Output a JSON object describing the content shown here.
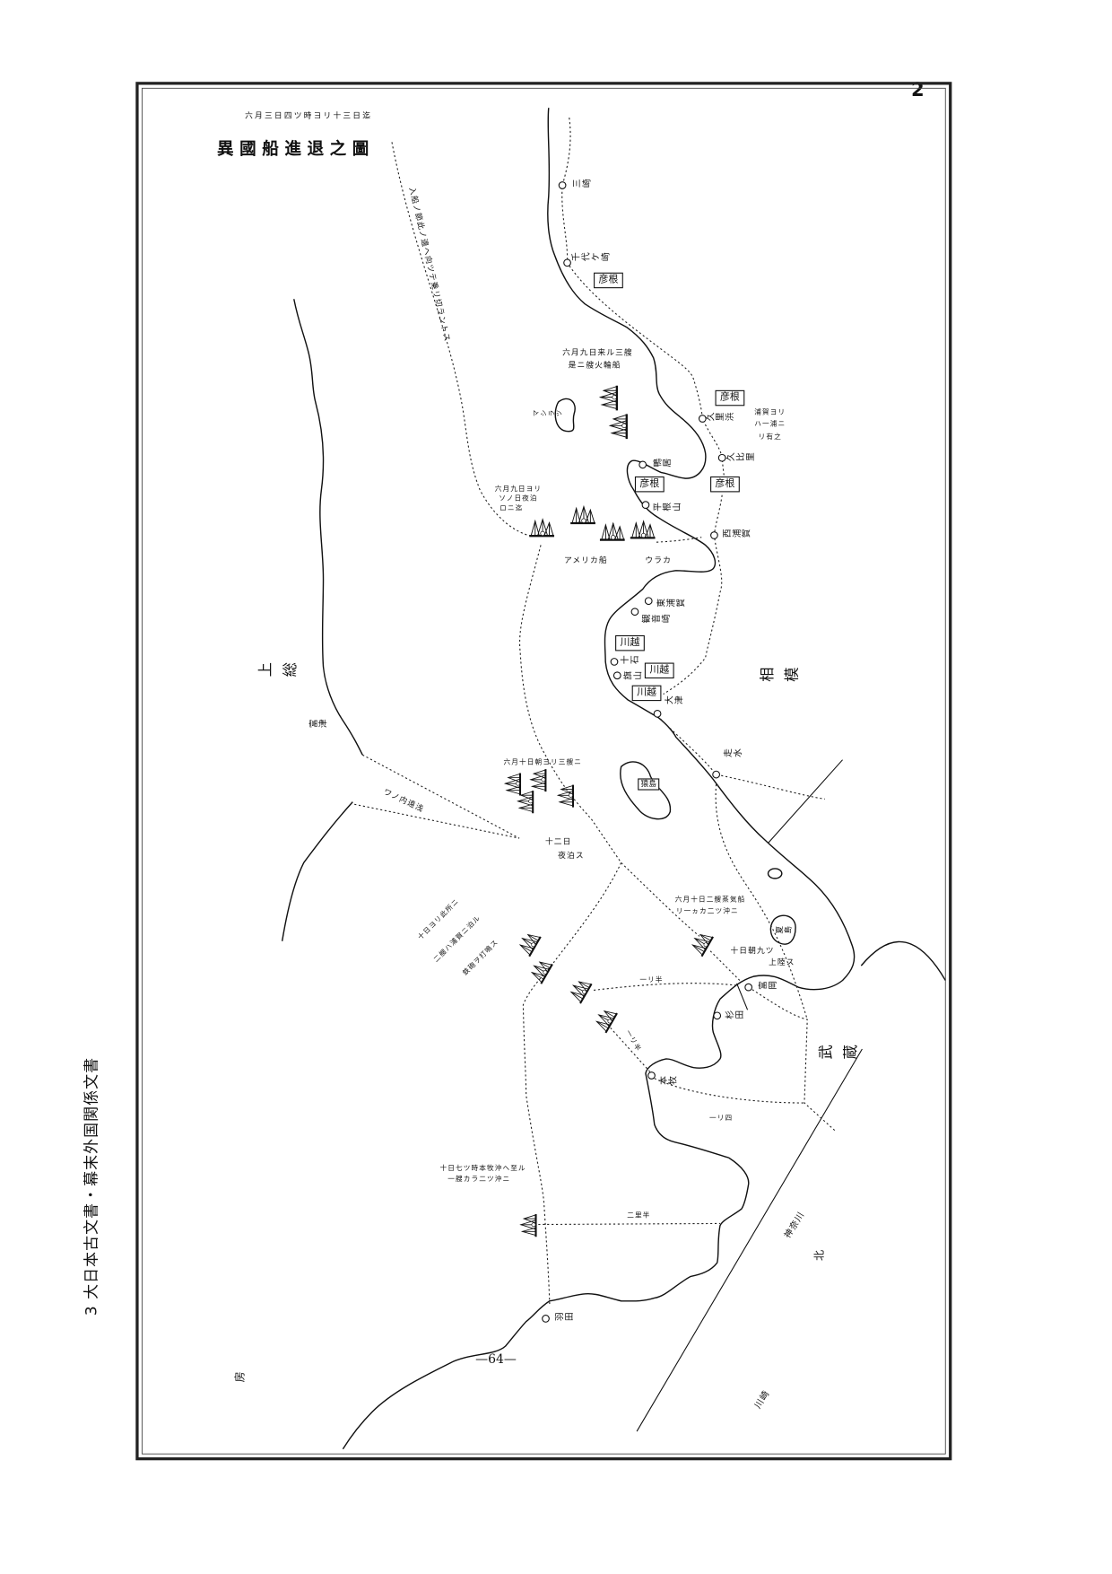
{
  "page": {
    "number": "2",
    "header": "3 大日本古文書・幕末外国関係文書",
    "folio": "—64—"
  },
  "map": {
    "title": "異國船進退之圖",
    "title_note": "六月三日四ツ時ヨリ十三日迄",
    "route_note": "入船ノ節此ノ邊ヘ向ツテ乗リ切ラントス",
    "provinces": {
      "kazusa": "上総",
      "sagami": "相模",
      "musashi": "武蔵",
      "awa": "房",
      "north": "北"
    },
    "places": [
      "三崎",
      "千代ケ崎",
      "久里浜",
      "久比里",
      "鴨居",
      "平根山",
      "西浦賀",
      "東浦賀",
      "観音崎",
      "十石",
      "旗山",
      "大津",
      "走水",
      "富岡",
      "杉田",
      "本牧",
      "羽田",
      "神奈川",
      "川崎",
      "富津",
      "猿島",
      "夏島",
      "マシラツ"
    ],
    "guards": [
      "彦根",
      "彦根",
      "彦根",
      "彦根",
      "川越",
      "川越",
      "川越"
    ],
    "notes": [
      "六月九日来ル三艘",
      "是ニ艘火輪船",
      "浦賀ヨリ",
      "ハ一浦ニ",
      "リ有之",
      "六月九日ヨリ",
      "ソノ日夜泊",
      "ロニ迄",
      "アメリカ船",
      "ウラカ",
      "六月十日朝ヨリ三艘ニ",
      "十二日",
      "夜泊ス",
      "六月十日二艘蒸気船",
      "リ一ヵカ二ツ沖ニ",
      "十日朝九ツ",
      "上陸ス",
      "十日七ツ時本牧沖ヘ至ル",
      "一艘カラ二ツ沖ニ",
      "ワノ内遠浅",
      "十日ヨリ此所ニ",
      "二艘ハ浦賀ニ泊ル",
      "鉄砲ヲ打鳴ス"
    ],
    "distances": [
      "一リ半",
      "一リ半",
      "一リ四",
      "二里半"
    ]
  }
}
